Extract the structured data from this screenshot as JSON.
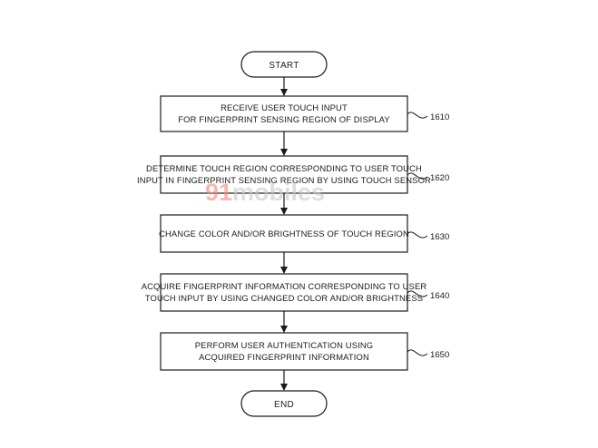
{
  "flowchart": {
    "start_label": "START",
    "end_label": "END",
    "steps": [
      {
        "ref": "1610",
        "lines": [
          "RECEIVE USER TOUCH INPUT",
          "FOR FINGERPRINT SENSING REGION OF DISPLAY"
        ]
      },
      {
        "ref": "1620",
        "lines": [
          "DETERMINE TOUCH REGION CORRESPONDING TO USER TOUCH",
          "INPUT IN FINGERPRINT SENSING REGION BY USING TOUCH SENSOR"
        ]
      },
      {
        "ref": "1630",
        "lines": [
          "CHANGE COLOR AND/OR BRIGHTNESS OF TOUCH REGION"
        ]
      },
      {
        "ref": "1640",
        "lines": [
          "ACQUIRE FINGERPRINT INFORMATION CORRESPONDING TO USER",
          "TOUCH INPUT BY USING CHANGED COLOR AND/OR BRIGHTNESS"
        ]
      },
      {
        "ref": "1650",
        "lines": [
          "PERFORM USER AUTHENTICATION USING",
          "ACQUIRED FINGERPRINT INFORMATION"
        ]
      }
    ]
  },
  "watermark": {
    "prefix": "91",
    "suffix": "mobiles",
    "prefix_color": "#f08a7a",
    "suffix_color": "#c9c9c9"
  }
}
